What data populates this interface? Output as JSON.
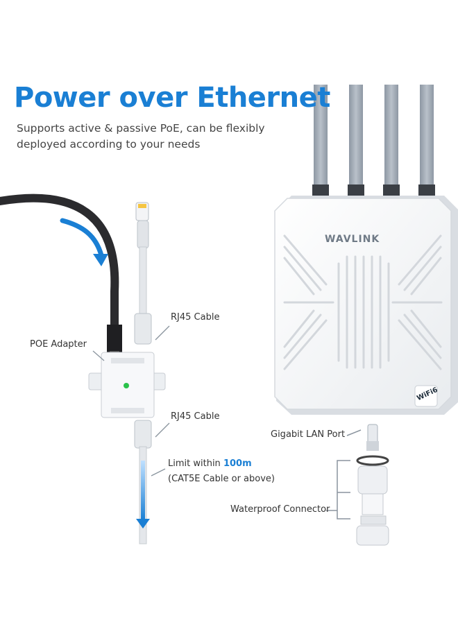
{
  "header": {
    "title": "Power over Ethernet",
    "subtitle": "Supports active & passive PoE, can be flexibly deployed according to your needs"
  },
  "device": {
    "brand_logo": "WAVLINK",
    "badge": "WiFi6"
  },
  "labels": {
    "rj45_top": "RJ45 Cable",
    "poe_adapter": "POE Adapter",
    "rj45_bottom": "RJ45 Cable",
    "limit_prefix": "Limit within ",
    "limit_value": "100m",
    "cable_spec": "(CAT5E Cable or above)",
    "lan_port": "Gigabit LAN Port",
    "waterproof": "Waterproof Connector"
  },
  "colors": {
    "accent": "#1a7fd4",
    "device": "#f4f5f7",
    "antenna": "#9aa4b0",
    "cable": "#dfe2e6"
  }
}
